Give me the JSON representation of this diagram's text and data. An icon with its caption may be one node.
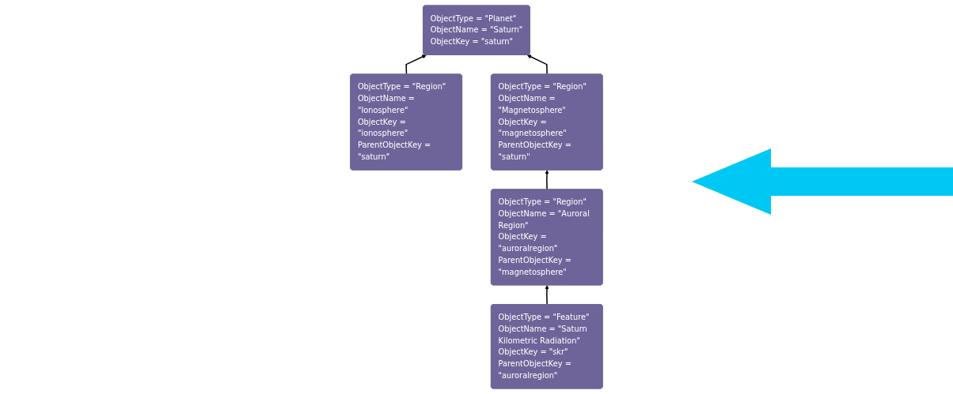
{
  "diagram": {
    "nodes": [
      {
        "text": [
          "ObjectType = \"Planet\"",
          "ObjectName = \"Saturn\"",
          "ObjectKey = \"saturn\""
        ]
      },
      {
        "text": [
          "ObjectType = \"Region\"",
          "ObjectName = \"Ionosphere\"",
          "ObjectKey = \"ionosphere\"",
          "ParentObjectKey = \"saturn\""
        ]
      },
      {
        "text": [
          "ObjectType = \"Region\"",
          "ObjectName = \"Magnetosphere\"",
          "ObjectKey = \"magnetosphere\"",
          "ParentObjectKey = \"saturn\""
        ]
      },
      {
        "text": [
          "ObjectType = \"Region\"",
          "ObjectName = \"Auroral Region\"",
          "ObjectKey = \"auroralregion\"",
          "ParentObjectKey = \"magnetosphere\""
        ]
      },
      {
        "text": [
          "ObjectType = \"Feature\"",
          "ObjectName = \"Saturn Kilometric Radiation\"",
          "ObjectKey = \"skr\"",
          "ParentObjectKey = \"auroralregion\""
        ]
      }
    ],
    "edges": [
      {
        "from": 1,
        "to": 0,
        "arrow": "to"
      },
      {
        "from": 2,
        "to": 0,
        "arrow": "to"
      },
      {
        "from": 3,
        "to": 2,
        "arrow": "to"
      },
      {
        "from": 4,
        "to": 3,
        "arrow": "to"
      }
    ]
  }
}
